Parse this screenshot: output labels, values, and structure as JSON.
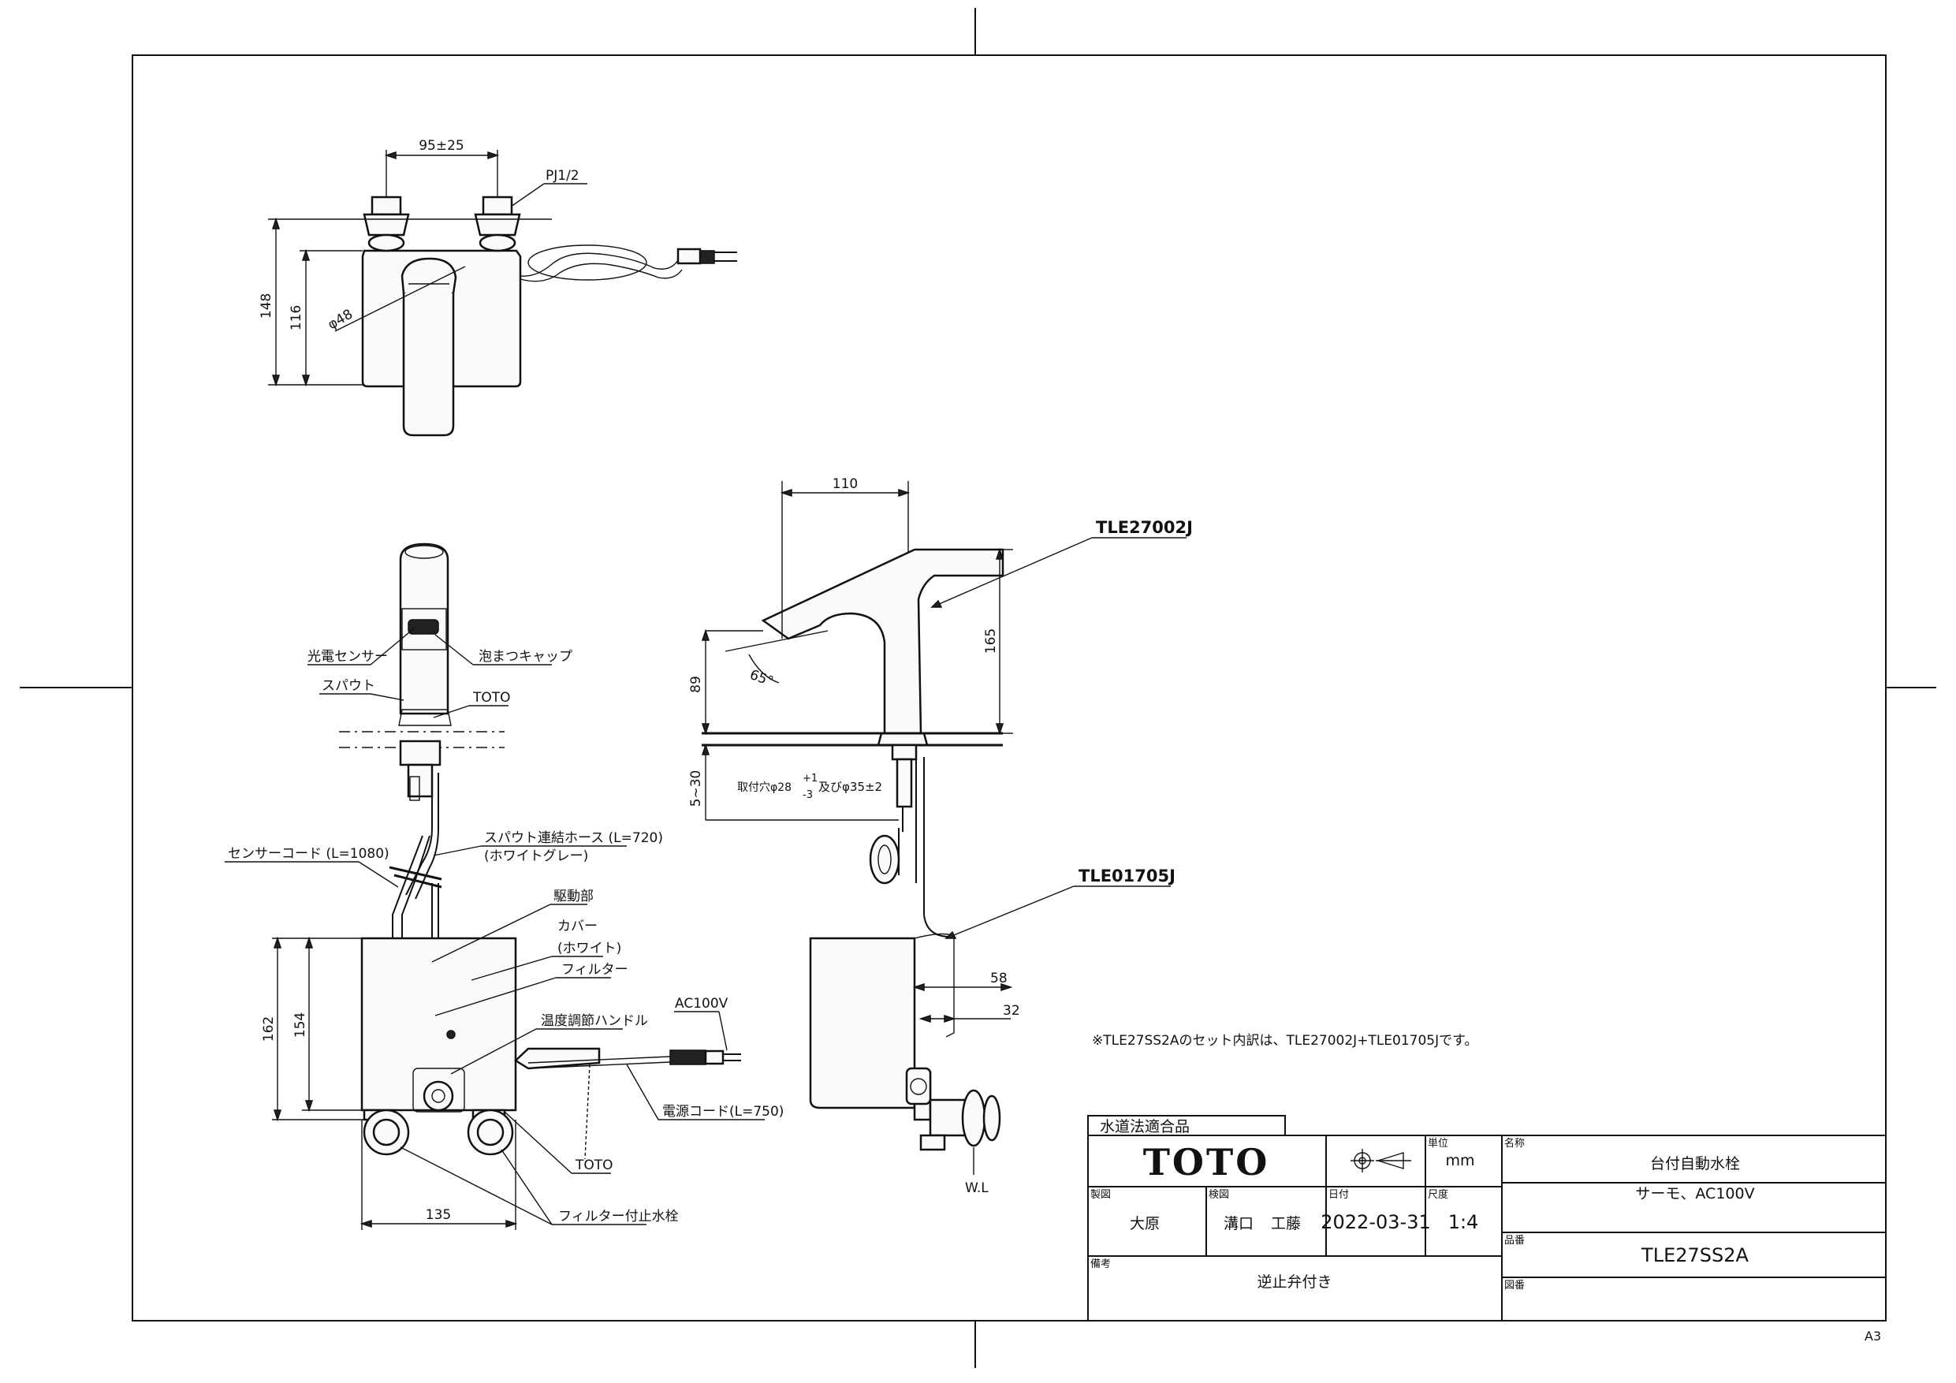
{
  "drawing": {
    "top_view": {
      "dim_width": "95±25",
      "dim_height_total": "148",
      "dim_height_body": "116",
      "dim_phi": "φ48",
      "thread": "PJ1/2"
    },
    "front_view": {
      "sensor_label": "光電センサー",
      "aerator_label": "泡まつキャップ",
      "spout_label": "スパウト",
      "toto_mark": "TOTO",
      "hose_label": "スパウト連結ホース (L=720)",
      "hose_color": "(ホワイトグレー)",
      "sensor_cord_label": "センサーコード (L=1080)",
      "drive_label": "駆動部",
      "cover_label": "カバー",
      "cover_color": "(ホワイト)",
      "filter_label": "フィルター",
      "temp_handle_label": "温度調節ハンドル",
      "power_label": "AC100V",
      "cord_label": "電源コード(L=750)",
      "toto_bottom": "TOTO",
      "valve_label": "フィルター付止水栓",
      "dim_162": "162",
      "dim_154": "154",
      "dim_135": "135"
    },
    "side_view": {
      "dim_110": "110",
      "dim_165": "165",
      "dim_89": "89",
      "dim_5_30": "5~30",
      "angle": "65°",
      "hole_note": "取付穴φ28",
      "hole_tol_plus": "+1",
      "hole_tol_minus": "-3",
      "hole_note2": "及びφ35±2",
      "part_faucet": "TLE27002J",
      "part_unit": "TLE01705J",
      "dim_58": "58",
      "dim_32": "32",
      "wl": "W.L"
    },
    "note": "※TLE27SS2Aのセット内訳は、TLE27002J+TLE01705Jです。"
  },
  "title_block": {
    "compliance": "水道法適合品",
    "logo": "TOTO",
    "unit_label": "単位",
    "unit": "mm",
    "name_label": "名称",
    "name_line1": "台付自動水栓",
    "name_line2": "サーモ、AC100V",
    "drawn_label": "製図",
    "drawn_by": "大原",
    "checked_label": "検図",
    "checked_by_1": "溝口",
    "checked_by_2": "工藤",
    "date_label": "日付",
    "date": "2022-03-31",
    "scale_label": "尺度",
    "scale": "1:4",
    "model_label": "品番",
    "model": "TLE27SS2A",
    "remarks_label": "備考",
    "remarks": "逆止弁付き",
    "drawing_no_label": "図番",
    "sheet_size": "A3"
  }
}
